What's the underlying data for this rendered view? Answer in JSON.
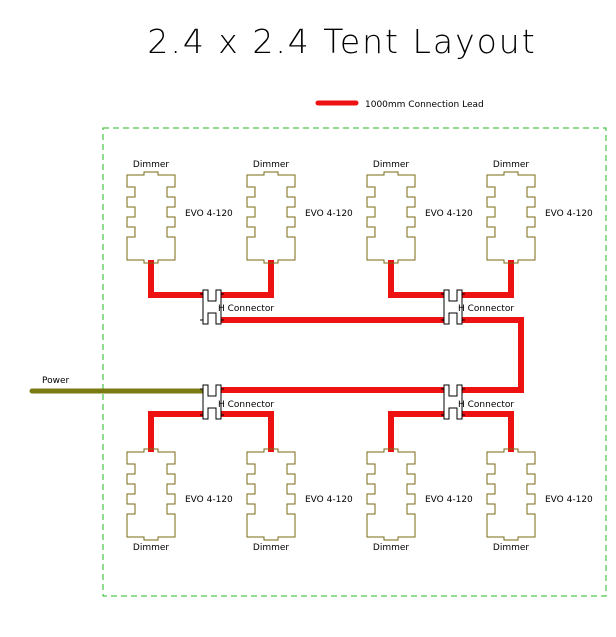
{
  "title": "2.4 x 2.4 Tent Layout",
  "legend": {
    "label": "1000mm Connection Lead",
    "color": "#ee1111"
  },
  "power": {
    "label": "Power",
    "color": "#7a7a12"
  },
  "colors": {
    "boundary": "#22bb22",
    "light_outline": "#7a6a10",
    "lead": "#ee1111"
  },
  "lights": [
    {
      "top": "Dimmer",
      "side": "EVO 4-120"
    },
    {
      "top": "Dimmer",
      "side": "EVO 4-120"
    },
    {
      "top": "Dimmer",
      "side": "EVO 4-120"
    },
    {
      "top": "Dimmer",
      "side": "EVO 4-120"
    },
    {
      "bottom": "Dimmer",
      "side": "EVO 4-120"
    },
    {
      "bottom": "Dimmer",
      "side": "EVO 4-120"
    },
    {
      "bottom": "Dimmer",
      "side": "EVO 4-120"
    },
    {
      "bottom": "Dimmer",
      "side": "EVO 4-120"
    }
  ],
  "connectors": [
    {
      "label": "H Connector"
    },
    {
      "label": "H Connector"
    },
    {
      "label": "H Connector"
    },
    {
      "label": "H Connector"
    }
  ]
}
